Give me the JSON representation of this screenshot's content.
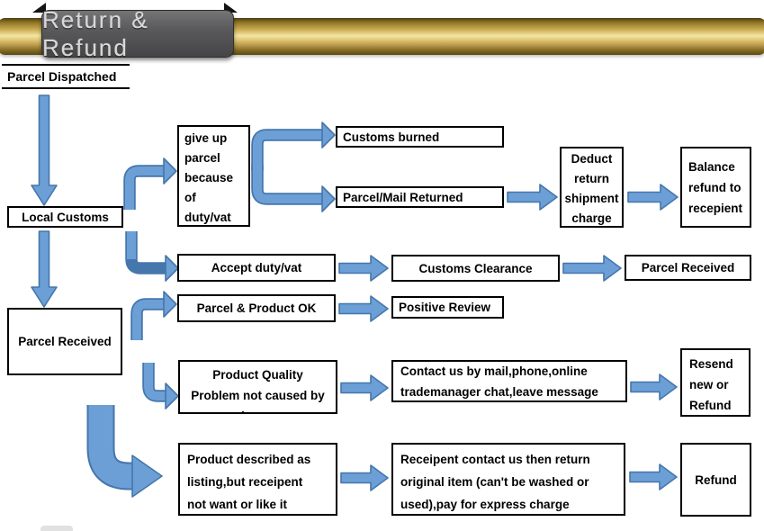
{
  "header": {
    "title": "Return & Refund"
  },
  "colors": {
    "arrow_fill": "#6C9FD6",
    "arrow_stroke": "#4576AC",
    "gold_light": "#F2E5A4",
    "gold_dark": "#5C4913",
    "tab_bg": "#5A5A5C",
    "title_text": "#D8D8D8",
    "box_border": "#000000",
    "box_bg": "#FFFFFF",
    "text": "#000000"
  },
  "nodes": {
    "parcel_dispatched": "Parcel Dispatched",
    "local_customs": "Local Customs",
    "give_up_parcel": "give up parcel because of duty/vat",
    "customs_burned": "Customs burned",
    "parcel_mail_returned": "Parcel/Mail Returned",
    "deduct_return_shipment": "Deduct return shipment charge",
    "balance_refund": "Balance refund to recepient",
    "accept_duty_vat": "Accept duty/vat",
    "customs_clearance": "Customs Clearance",
    "parcel_received_right": "Parcel Received",
    "parcel_received_left": "Parcel Received",
    "parcel_product_ok": "Parcel & Product OK",
    "positive_review": "Positive Review",
    "product_quality": "Product Quality Problem not caused by buyer",
    "contact_us": "Contact us by mail,phone,online trademanager chat,leave message",
    "resend_or_refund": "Resend new or Refund",
    "product_described": "Product described as listing,but receipent not want or like it",
    "receipent_return": "Receipent contact us then return original item (can't be washed or used),pay for express charge",
    "refund": "Refund"
  }
}
